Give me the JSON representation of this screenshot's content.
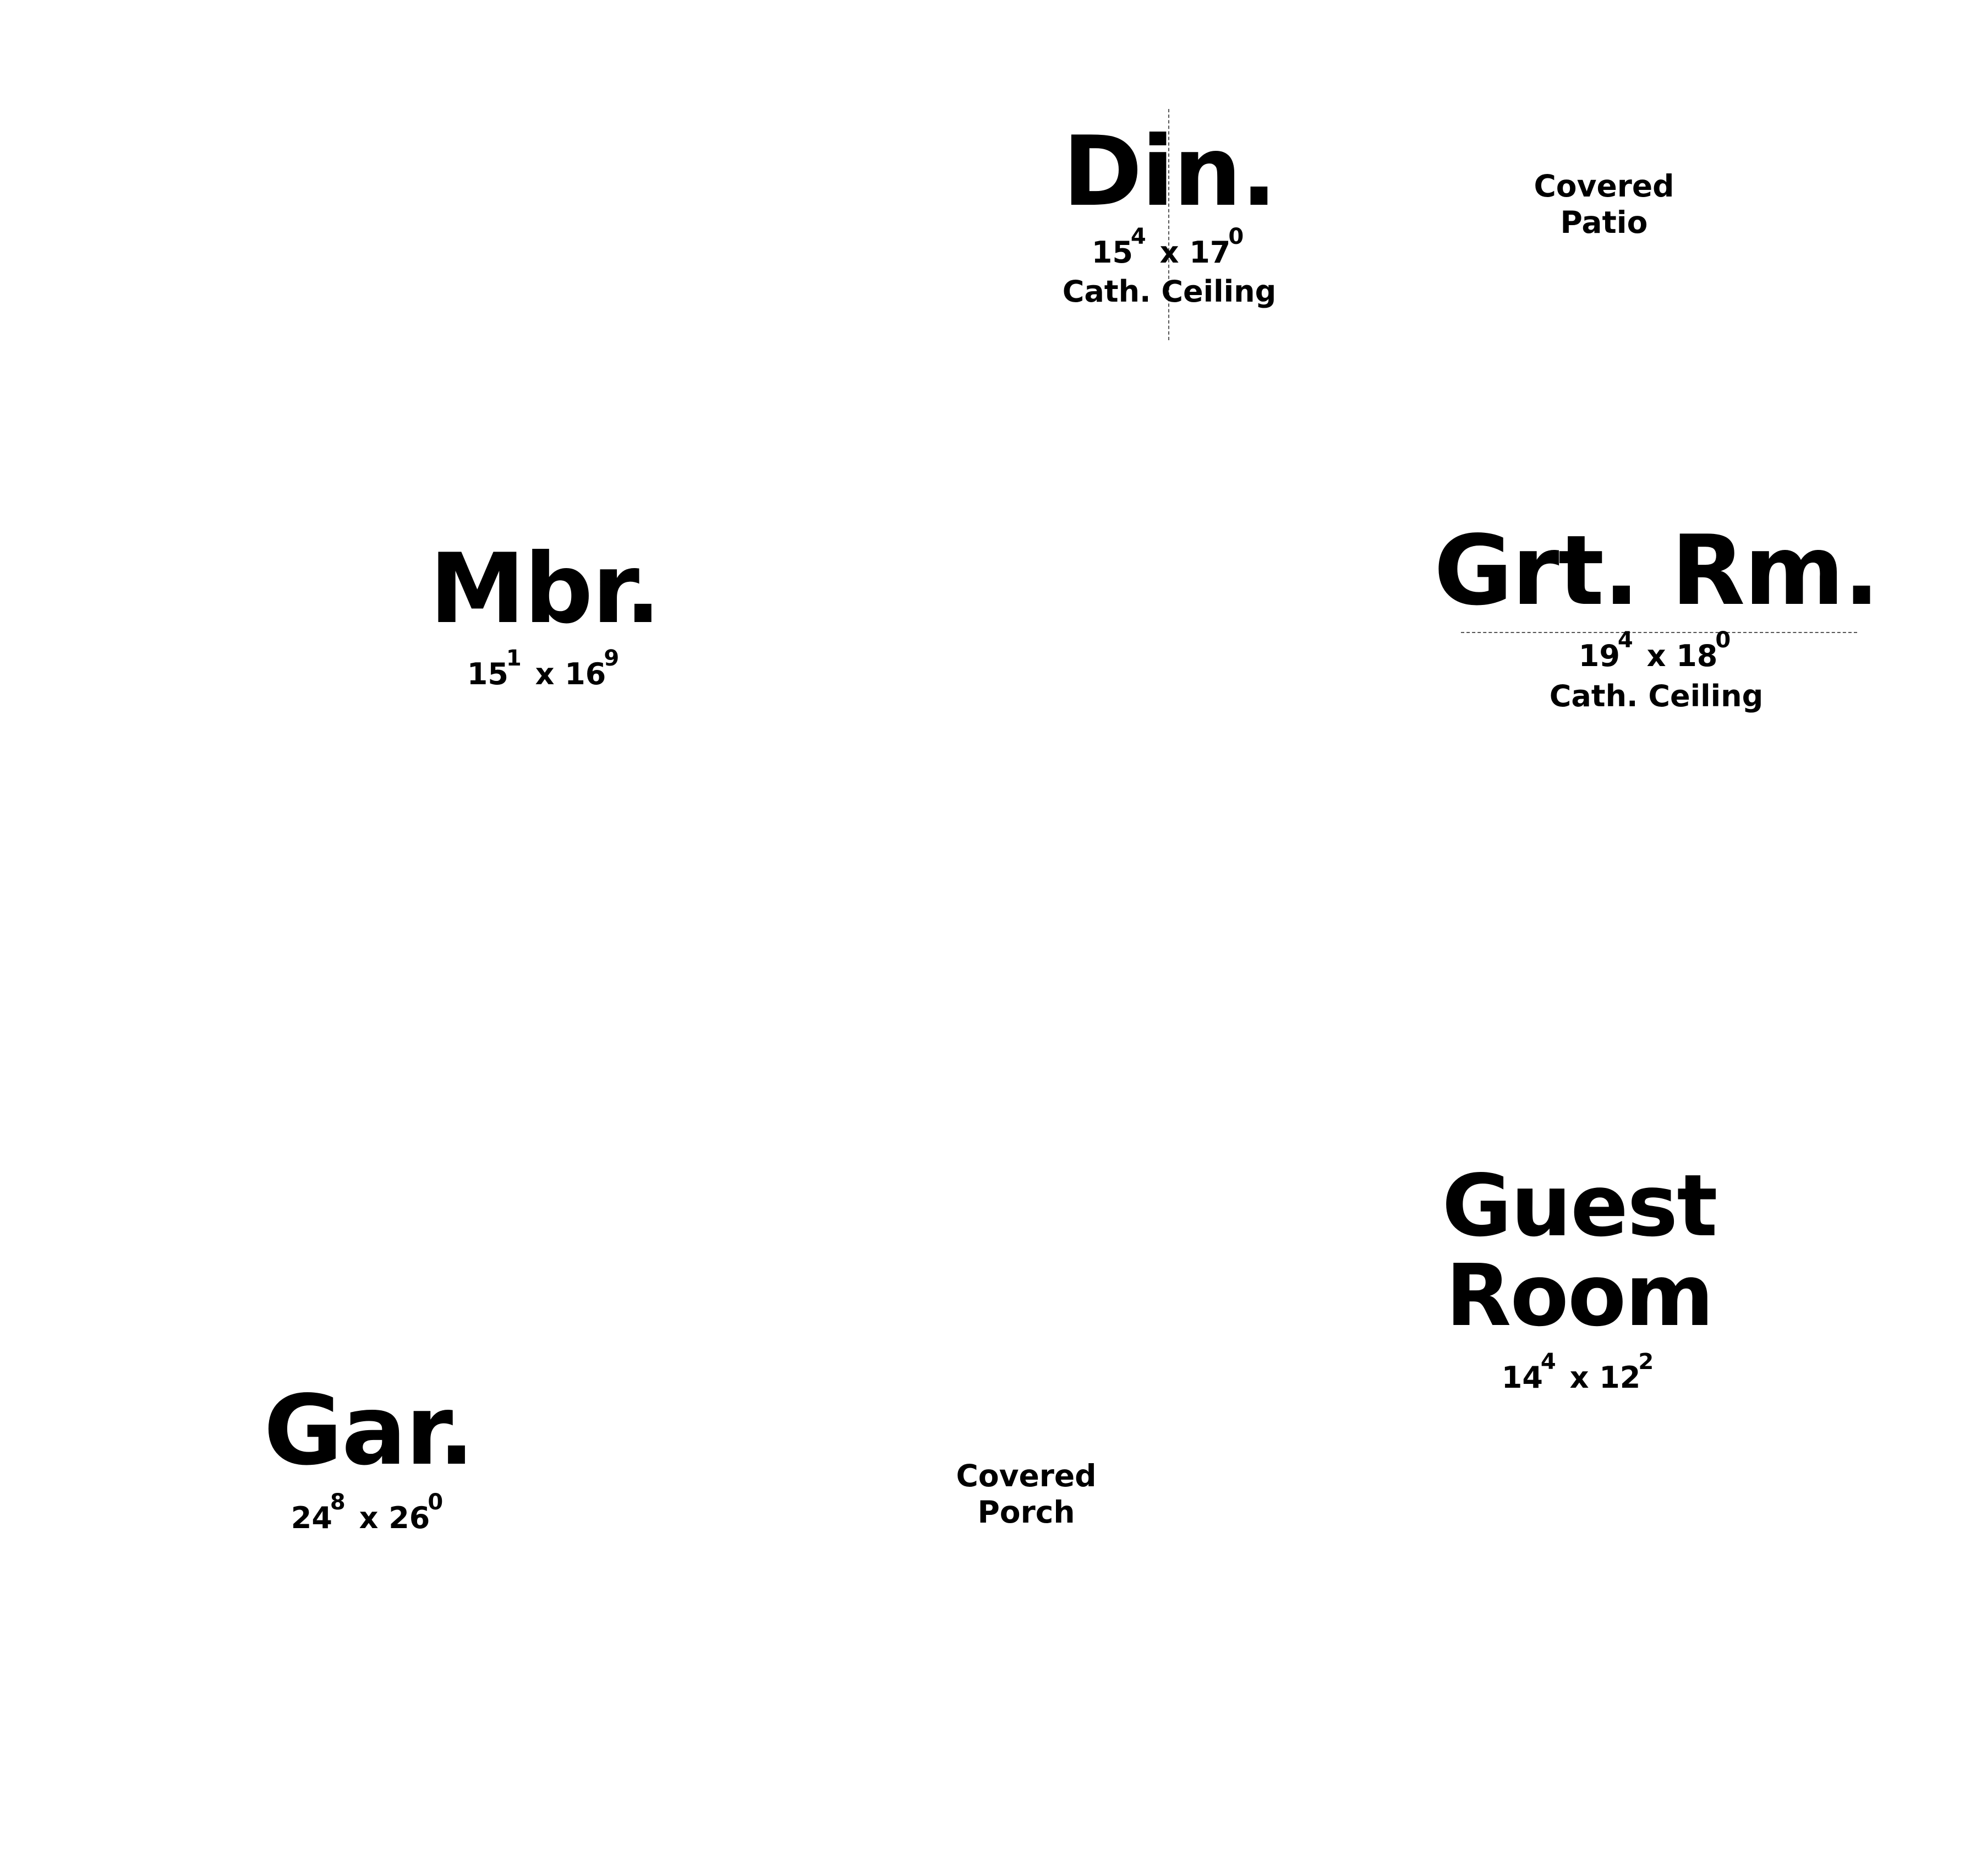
{
  "rooms": {
    "din": {
      "name": "Din.",
      "dim_w": "15",
      "dim_w_sup": "4",
      "dim_x": "x",
      "dim_h": "17",
      "dim_h_sup": "0",
      "note": "Cath. Ceiling"
    },
    "mbr": {
      "name": "Mbr.",
      "dim_w": "15",
      "dim_w_sup": "1",
      "dim_x": "x",
      "dim_h": "16",
      "dim_h_sup": "9"
    },
    "grt_rm": {
      "name": "Grt. Rm.",
      "dim_w": "19",
      "dim_w_sup": "4",
      "dim_x": "x",
      "dim_h": "18",
      "dim_h_sup": "0",
      "note": "Cath. Ceiling"
    },
    "guest": {
      "name_line1": "Guest",
      "name_line2": "Room",
      "dim_w": "14",
      "dim_w_sup": "4",
      "dim_x": "x",
      "dim_h": "12",
      "dim_h_sup": "2"
    },
    "gar": {
      "name": "Gar.",
      "dim_w": "24",
      "dim_w_sup": "8",
      "dim_x": "x",
      "dim_h": "26",
      "dim_h_sup": "0"
    }
  },
  "labels": {
    "covered_patio_line1": "Covered",
    "covered_patio_line2": "Patio",
    "covered_porch_line1": "Covered",
    "covered_porch_line2": "Porch"
  }
}
